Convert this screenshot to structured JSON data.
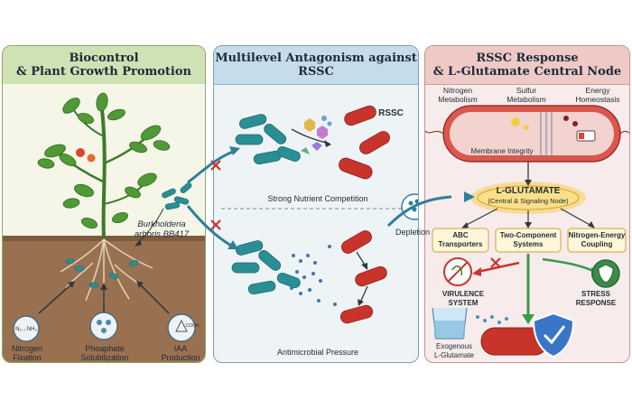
{
  "panels": {
    "biocontrol": {
      "title": "Biocontrol\n& Plant Growth Promotion",
      "strain_line1": "Burkholderia",
      "strain_line2": "arboris BB417",
      "nitrogen": "Nitrogen\nFixation",
      "phosphate": "Phoaphate\nSolubilization",
      "iaa": "IAA\nProduction",
      "nh3": "N₂→NH₃",
      "cooh": "COOH"
    },
    "antagonism": {
      "title": "Multilevel Antagonism against\nRSSC",
      "rssc": "RSSC",
      "nutrient": "Strong Nutrient Competition",
      "antimicrobial": "Antimicrobial Pressure",
      "depletion": "Depletion"
    },
    "response": {
      "title": "RSSC Response\n& L-Glutamate Central Node",
      "nitrogen_metabolism": "Nitrogen\nMetabolism",
      "sulfur_metabolism": "Sulfur\nMetabolism",
      "energy_homeostasis": "Energy\nHomeostasis",
      "membrane_integrity": "Membrane Integrity",
      "glutamate_title": "L-GLUTAMATE",
      "glutamate_sub": "(Central & Signaling Node)",
      "abc": "ABC\nTransporters",
      "two_component": "Two-Component\nSystems",
      "nitrogen_energy": "Nitrogen-Energy\nCoupling",
      "virulence": "VIRULENCE SYSTEM",
      "stress": "STRESS RESPONSE",
      "exogenous": "Exogenous\nL-Glutamate"
    }
  },
  "colors": {
    "bacteria_teal": "#2a8f94",
    "rssc_red": "#c8342c",
    "arrow_teal": "#2f7f9a",
    "glutamate_glow": "#f6c94a",
    "soil": "#9a7150"
  }
}
